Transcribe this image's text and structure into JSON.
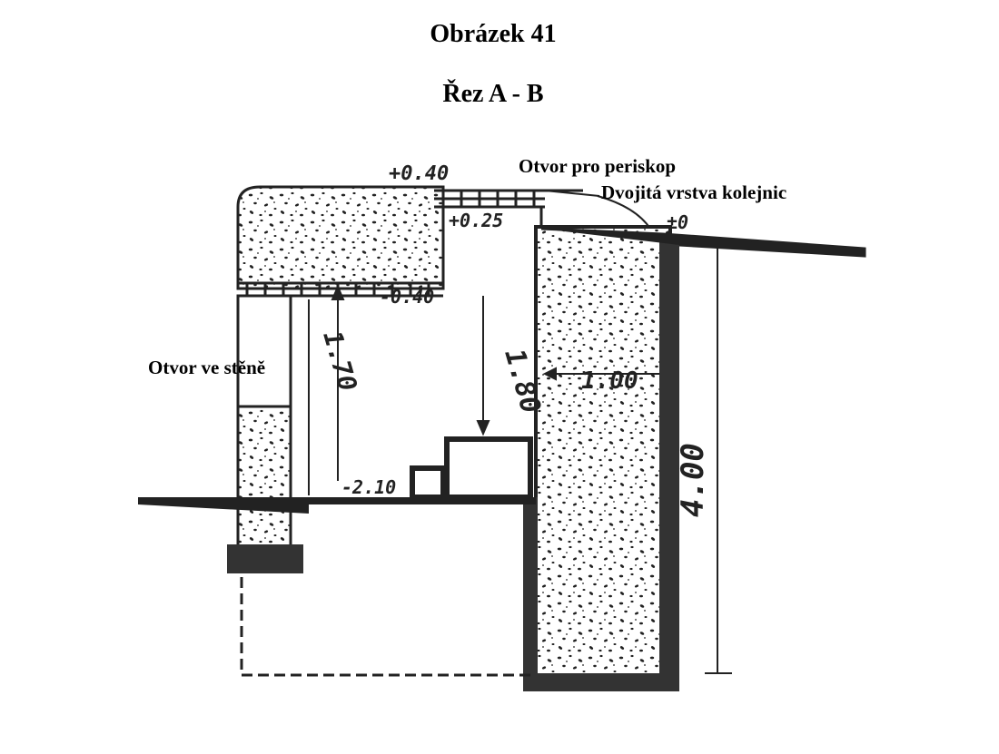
{
  "figure_title": "Obrázek 41",
  "section_title": "Řez A - B",
  "labels": {
    "periscope_opening": "Otvor pro periskop",
    "double_rail_layer": "Dvojitá vrstva kolejnic",
    "wall_opening": "Otvor ve stěně"
  },
  "dimensions": {
    "top_level": "+0.40",
    "roof_underside": "+0.25",
    "ground_level": "±0",
    "ceiling_underside": "-0.40",
    "floor_level": "-2.10",
    "interior_height": "1.80",
    "wall_opening_height": "1.70",
    "wall_thickness": "1.00",
    "total_depth": "4.00"
  },
  "colors": {
    "ink": "#222222",
    "concrete_fill": "#ffffff"
  }
}
